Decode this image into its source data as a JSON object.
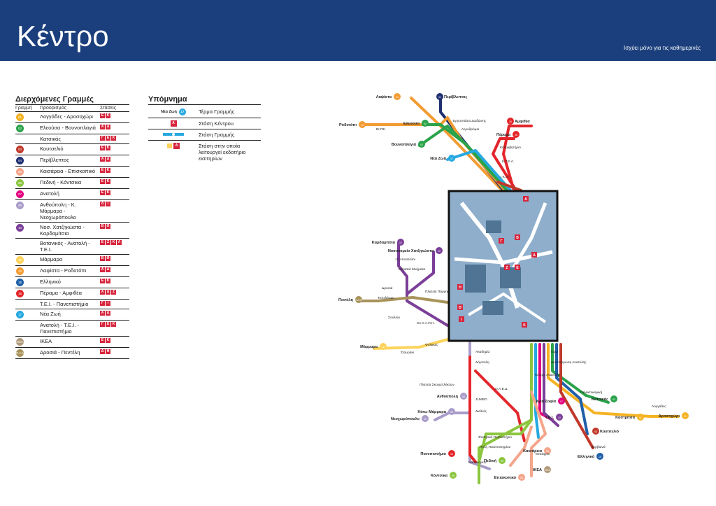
{
  "header": {
    "title": "Κέντρο",
    "note": "Ισχύει μόνο για τις καθημερινές"
  },
  "routes": {
    "title": "Διερχόμενες Γραμμές",
    "col_line": "Γραμμή",
    "col_dest": "Προορισμός",
    "col_stops": "Στάσεις",
    "rows": [
      {
        "num": "01",
        "color": "#f5b324",
        "dest": "Λογγάδες - Δροσοχώρι",
        "stops": [
          "Ε",
          "Κ"
        ]
      },
      {
        "num": "02",
        "color": "#2aa34a",
        "dest": "Ελεούσα - Βουνοπλαγιά",
        "stops": [
          "Α",
          "Δ"
        ]
      },
      {
        "num": "",
        "color": "",
        "dest": "Κατσικάς",
        "stops": [
          "Γ",
          "Ε",
          "Κ"
        ]
      },
      {
        "num": "03",
        "color": "#c0392b",
        "dest": "Κουτσελιό",
        "stops": [
          "Ε",
          "Κ"
        ]
      },
      {
        "num": "04",
        "color": "#1f2f72",
        "dest": "Περίβλεπτος",
        "stops": [
          "Α",
          "Δ"
        ]
      },
      {
        "num": "05",
        "color": "#f4a58a",
        "dest": "Καισάρεια - Επισκοπικό",
        "stops": [
          "Ε",
          "Κ"
        ]
      },
      {
        "num": "06",
        "color": "#8cc63f",
        "dest": "Πεδινή - Κόντσικα",
        "stops": [
          "Ε",
          "Κ"
        ]
      },
      {
        "num": "07",
        "color": "#e5007e",
        "dest": "Ανατολή",
        "stops": [
          "Ε",
          "Κ"
        ]
      },
      {
        "num": "09",
        "color": "#a99cc9",
        "dest": "Ανθούπολη - Κ. Μάρμαρα - Νεοχωρόπουλο",
        "stops": [
          "Δ",
          "Ι"
        ]
      },
      {
        "num": "10",
        "color": "#7b3f98",
        "dest": "Νοσ. Χατζηκώστα - Καρδαμίτσια",
        "stops": [
          "Β",
          "Θ"
        ]
      },
      {
        "num": "",
        "color": "",
        "dest": "Βοτανικός - Ανατολή - Τ.Ε.Ι.",
        "stops": [
          "Ε",
          "Ζ",
          "Κ",
          "Λ"
        ]
      },
      {
        "num": "12",
        "color": "#fdd35b",
        "dest": "Μάρμαρα",
        "stops": [
          "Β",
          "Θ"
        ]
      },
      {
        "num": "13",
        "color": "#f39c33",
        "dest": "Λαψίστα - Ροδοτόπι",
        "stops": [
          "Α",
          "Δ"
        ]
      },
      {
        "num": "15",
        "color": "#1f5fa8",
        "dest": "Ελληνικό",
        "stops": [
          "Ε",
          "Κ"
        ]
      },
      {
        "num": "16",
        "color": "#e3262b",
        "dest": "Πέραμα - Αμφιθέα",
        "stops": [
          "Α",
          "Δ",
          "Ζ"
        ]
      },
      {
        "num": "",
        "color": "",
        "dest": "Τ.Ε.Ι. - Πανεπιστήμιο",
        "stops": [
          "Γ",
          "Ι"
        ]
      },
      {
        "num": "17",
        "color": "#26a9e0",
        "dest": "Νέα Ζωή",
        "stops": [
          "Α",
          "Δ"
        ]
      },
      {
        "num": "",
        "color": "",
        "dest": "Ανατολή - Τ.Ε.Ι. - Πανεπιστήμιο",
        "stops": [
          "Γ",
          "Ε",
          "Κ"
        ]
      },
      {
        "num": "IKEA",
        "color": "#b09a7a",
        "dest": "IKEA",
        "stops": [
          "Ε",
          "Κ"
        ]
      },
      {
        "num": "Π.Α.Μ.",
        "color": "#a8935a",
        "dest": "Δροσιά - Πεντέλη",
        "stops": [
          "Δ",
          "Η"
        ]
      }
    ]
  },
  "legend": {
    "title": "Υπόμνημα",
    "items": [
      {
        "symbol_label": "Νέα Ζωή",
        "symbol_num": "17",
        "text": "Τέρμα Γραμμής"
      },
      {
        "symbol_label": "Α",
        "text": "Στάση Κέντρου"
      },
      {
        "symbol_label": "",
        "text": "Στάση Γραμμής"
      },
      {
        "symbol_label": "Α",
        "text": "Στάση στην οποία λειτουργεί εκδοτήριο εισιτηρίων"
      }
    ]
  },
  "map": {
    "terminals": [
      {
        "name": "Λαψίστα",
        "num": "13",
        "color": "#f39c33"
      },
      {
        "name": "Περίβλεπτος",
        "num": "04",
        "color": "#1f2f72"
      },
      {
        "name": "Ροδοτόπι",
        "num": "13",
        "color": "#f39c33"
      },
      {
        "name": "Ελεούσα",
        "num": "02",
        "color": "#2aa34a"
      },
      {
        "name": "Βουνοπλαγιά",
        "num": "02",
        "color": "#2aa34a"
      },
      {
        "name": "Νέα Ζωή",
        "num": "17",
        "color": "#26a9e0"
      },
      {
        "name": "Αμφιθέα",
        "num": "16",
        "color": "#e3262b"
      },
      {
        "name": "Πέραμα",
        "num": "16",
        "color": "#e3262b"
      },
      {
        "name": "Καρδαμίτσια",
        "num": "10",
        "color": "#7b3f98"
      },
      {
        "name": "Νοσοκομείο Χατζηκώστα",
        "num": "10",
        "color": "#7b3f98"
      },
      {
        "name": "Πεντέλη",
        "num": "Π.Α.Μ.",
        "color": "#a8935a"
      },
      {
        "name": "Μάρμαρα",
        "num": "12",
        "color": "#fdd35b"
      },
      {
        "name": "Ανθούπολη",
        "num": "09",
        "color": "#a99cc9"
      },
      {
        "name": "Κάτω Μάρμαρα",
        "num": "09",
        "color": "#a99cc9"
      },
      {
        "name": "Νεοχωρόπουλο",
        "num": "09",
        "color": "#a99cc9"
      },
      {
        "name": "Αγία Σοφία",
        "num": "07",
        "color": "#e5007e"
      },
      {
        "name": "Τ.Ε.Ι.",
        "num": "10",
        "color": "#7b3f98"
      },
      {
        "name": "Κατσικάς",
        "num": "02",
        "color": "#2aa34a"
      },
      {
        "name": "Καστρίτσα",
        "num": "01",
        "color": "#f5b324"
      },
      {
        "name": "Δροσοχώρι",
        "num": "01",
        "color": "#f5b324"
      },
      {
        "name": "Κουτσελιό",
        "num": "03",
        "color": "#c0392b"
      },
      {
        "name": "Ελληνικό",
        "num": "15",
        "color": "#1f5fa8"
      },
      {
        "name": "Καισάρεια",
        "num": "05",
        "color": "#f4a58a"
      },
      {
        "name": "Πανεπιστήμιο",
        "num": "16",
        "color": "#e3262b"
      },
      {
        "name": "Πεδινή",
        "num": "06",
        "color": "#8cc63f"
      },
      {
        "name": "Κόντσικα",
        "num": "06",
        "color": "#8cc63f"
      },
      {
        "name": "IKEA",
        "num": "IKEA",
        "color": "#b09a7a"
      },
      {
        "name": "Επισκοπικό",
        "num": "05",
        "color": "#f4a58a"
      }
    ],
    "stops": [
      "ΒΙ.ΠΕ.",
      "Εργοστάσιο Δωδώνης",
      "Αεροδρόμιο",
      "Κολυμβητήριο",
      "Κ.Τ.Ε.Λ.",
      "Ι.Κ.Α.",
      "12 Αποστόλοι",
      "Εβραϊκά Μνήματα",
      "Δροσιά",
      "Τυπελένιου",
      "Πλατεία Πάργης",
      "Σουλίου",
      "Sο Κ.Α.Π.Η.",
      "Σταυράκι",
      "Φυλακές",
      "Ακαδημία",
      "Δόμπολη",
      "Πλατεία Σκουμπλήκτων",
      "Ο.Α.Ε.Δ.",
      "JUMBO",
      "Διεθνές",
      "Φοιτητικά Πρανιστήριο",
      "Πύλη Πανεπιστημίου",
      "Νοσοκομείο",
      "Τζαμί",
      "Διασταύρωση Ανατολής",
      "Κέντρο Ανατολής",
      "Γαλακτοκομική",
      "Λογγάδες",
      "Σερβιανά",
      "Μπιάφρα"
    ],
    "center_stops": [
      "Α",
      "Β",
      "Γ",
      "Δ",
      "Ε",
      "Ζ",
      "Η",
      "Θ",
      "Ι",
      "Κ"
    ]
  }
}
